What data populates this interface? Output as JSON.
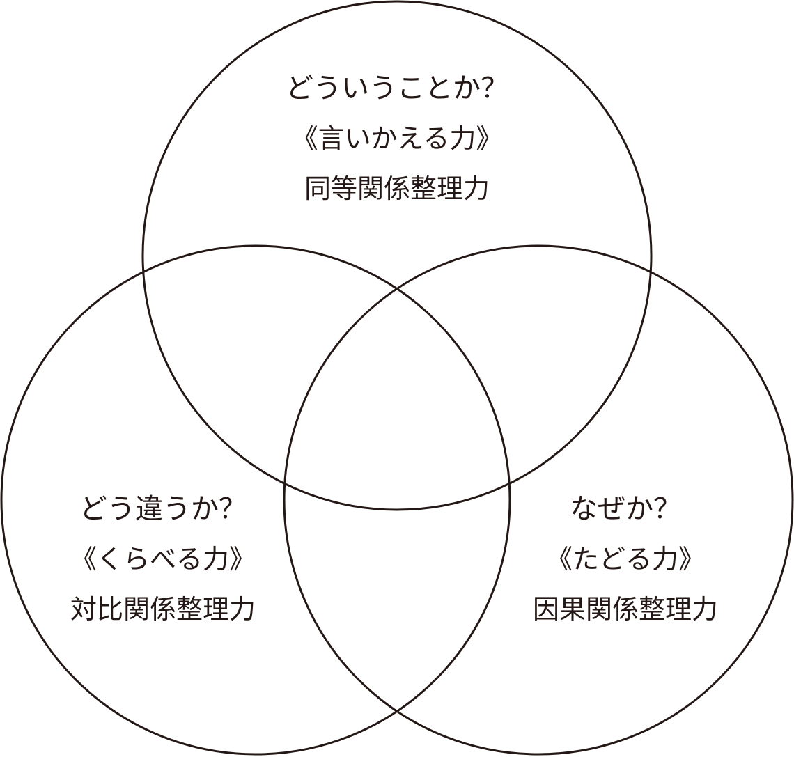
{
  "circles": [
    {
      "id": "top",
      "question": "どういうことか？",
      "skill": "《言いかえる力》",
      "ability": "同等関係整理力"
    },
    {
      "id": "left",
      "question": "どう違うか？",
      "skill": "《くらべる力》",
      "ability": "対比関係整理力"
    },
    {
      "id": "right",
      "question": "なぜか？",
      "skill": "《たどる力》",
      "ability": "因果関係整理力"
    }
  ],
  "stroke_color": "#231815"
}
